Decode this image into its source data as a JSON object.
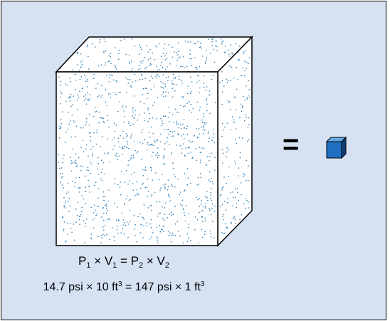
{
  "colors": {
    "panel": "#d6e1f2",
    "cube_face": "#ffffff",
    "dots": "#2f7fb8",
    "small_cube_front": "#1f6fc0",
    "small_cube_top": "#63a7e6",
    "small_cube_side": "#0d3f78"
  },
  "equals_sign": "=",
  "formula": {
    "p1": "P",
    "s1": "1",
    "op1": " × ",
    "v1": "V",
    "s2": "1",
    "eq": " = ",
    "p2": "P",
    "s3": "2",
    "op2": " × ",
    "v2": "V",
    "s4": "2"
  },
  "calc": {
    "left": "14.7 psi × 10 ft",
    "exp1": "3",
    "right": " = 147 psi × 1 ft",
    "exp2": "3"
  }
}
